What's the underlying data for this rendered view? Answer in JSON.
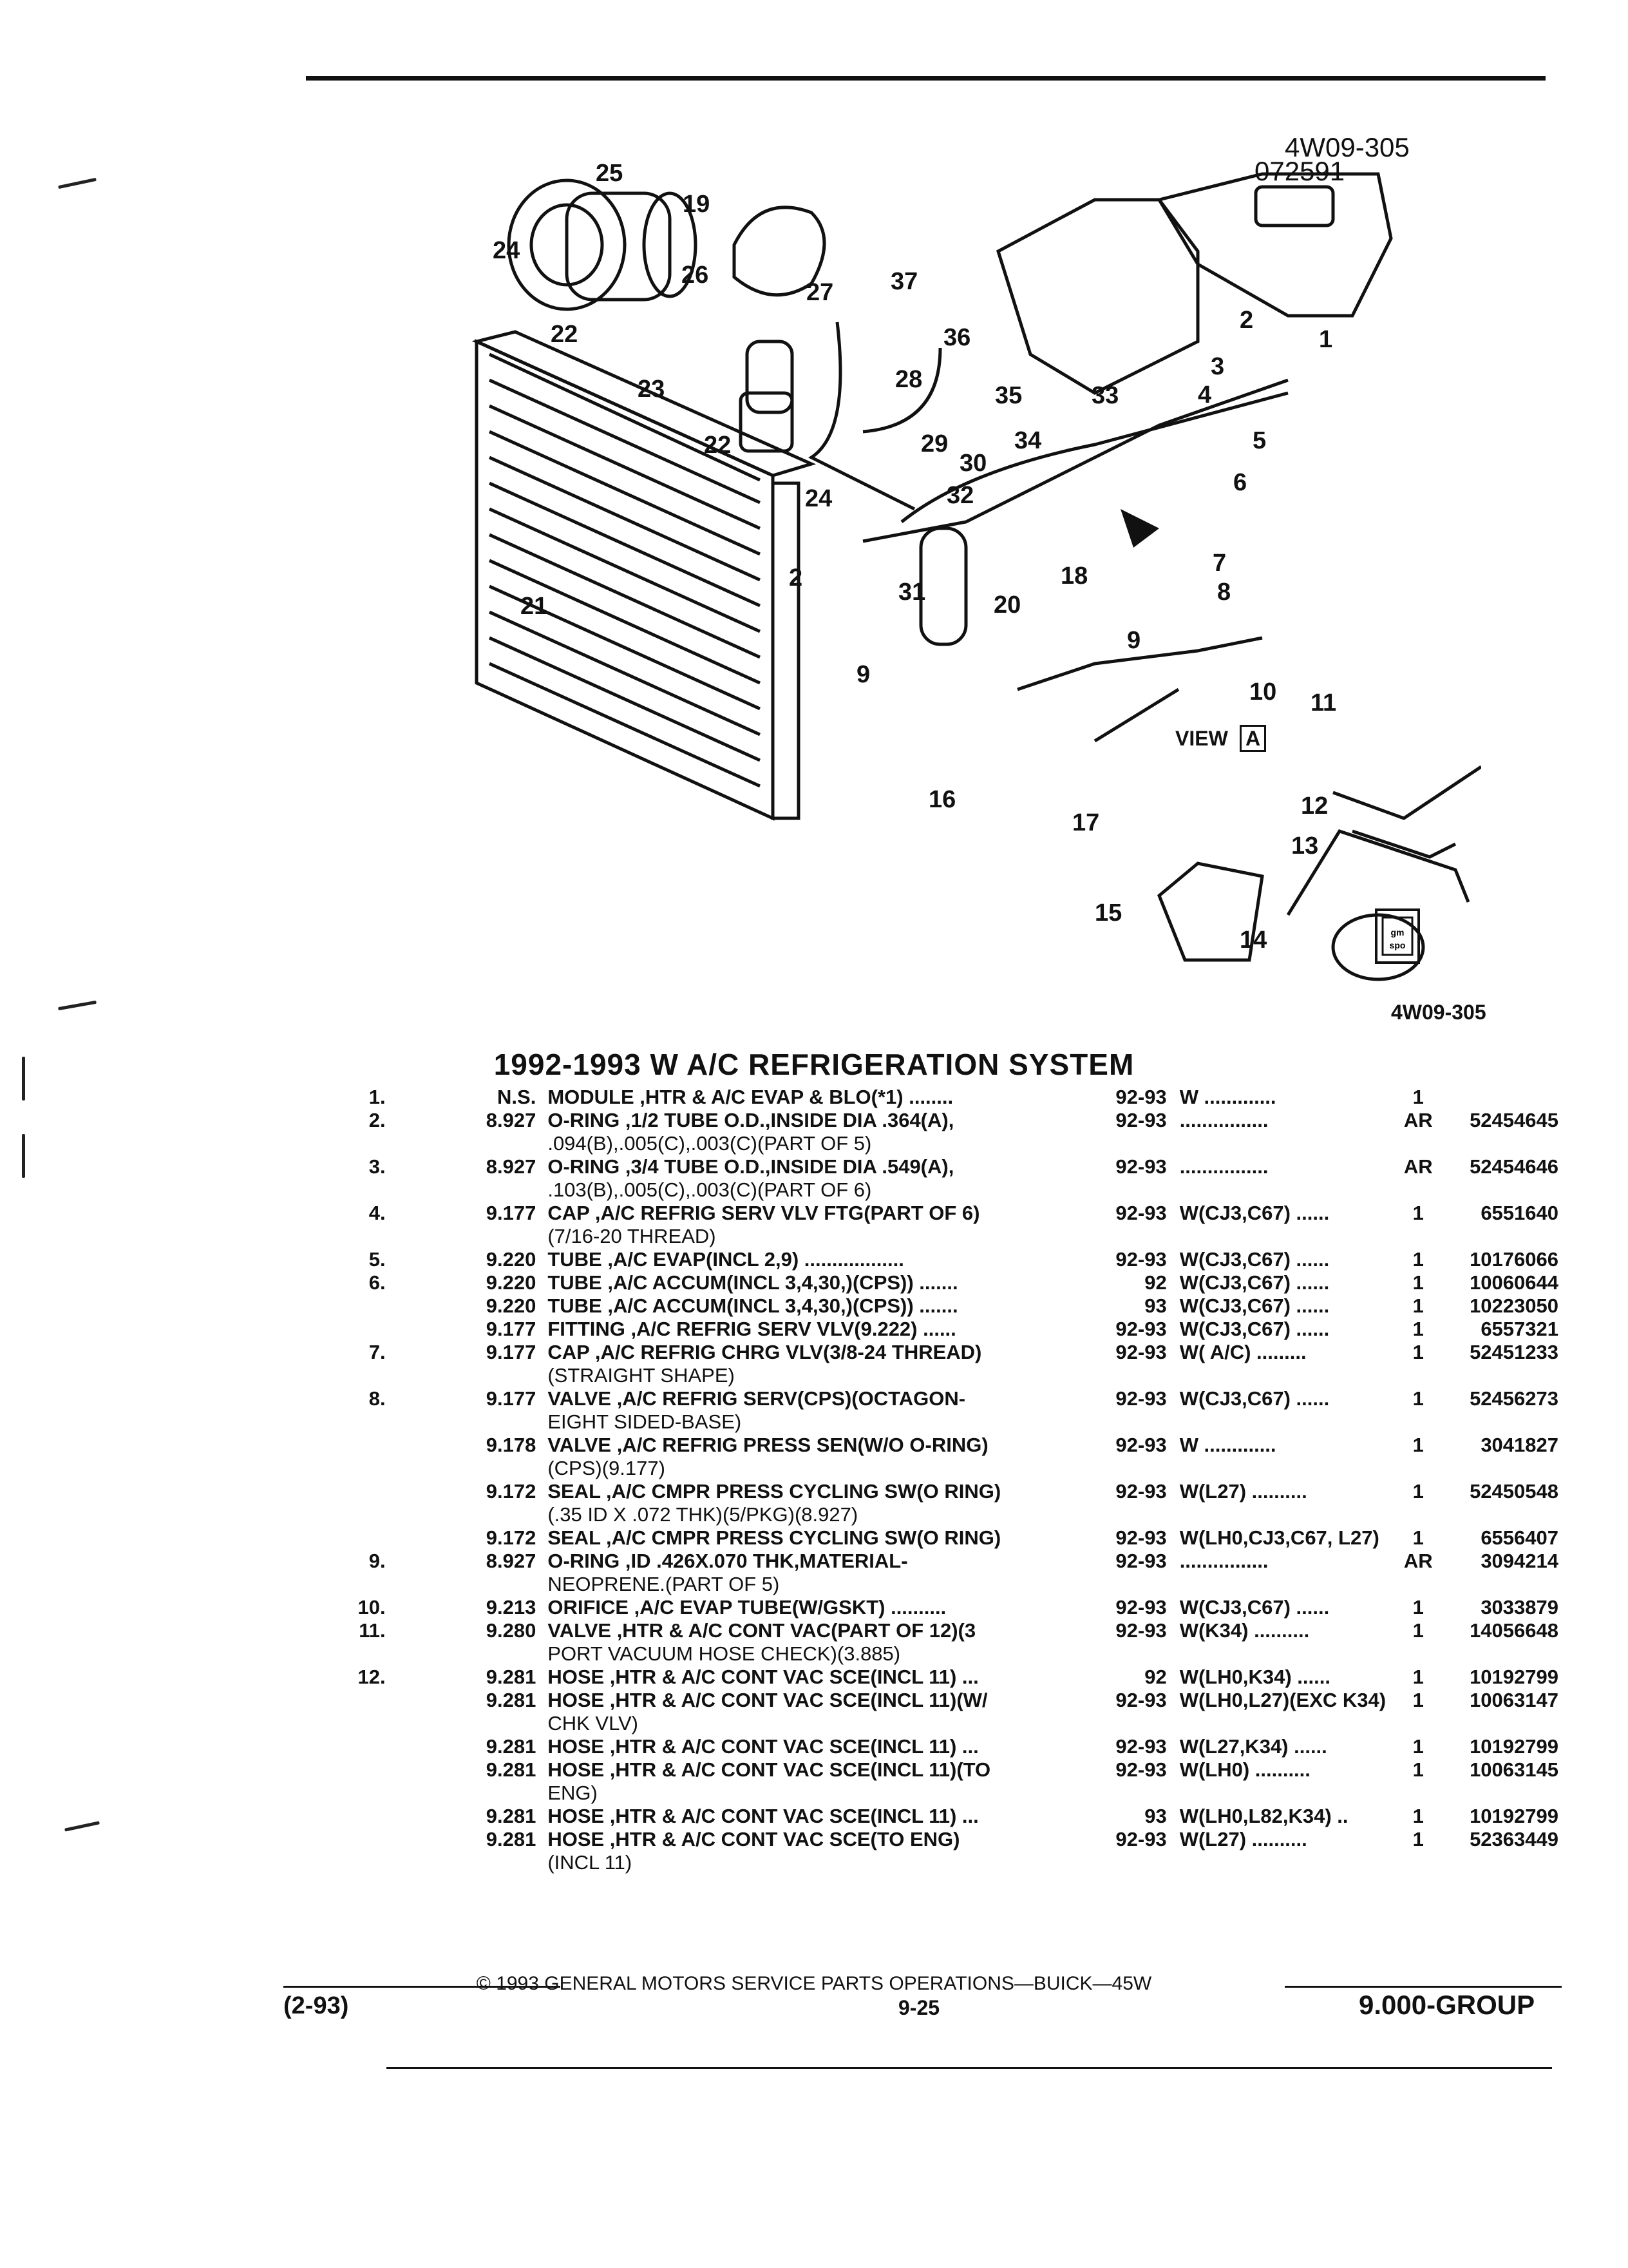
{
  "diagram": {
    "code_top": "4W09-305",
    "date_code": "072591",
    "code_bottom": "4W09-305",
    "view_label": "VIEW",
    "view_letter": "A",
    "logo_text": "gm spo",
    "callouts": [
      "1",
      "2",
      "3",
      "4",
      "5",
      "6",
      "7",
      "8",
      "9",
      "10",
      "11",
      "12",
      "13",
      "14",
      "15",
      "16",
      "17",
      "18",
      "19",
      "20",
      "21",
      "22",
      "22",
      "23",
      "24",
      "24",
      "25",
      "26",
      "27",
      "28",
      "29",
      "30",
      "31",
      "32",
      "33",
      "34",
      "35",
      "36",
      "37",
      "2",
      "9"
    ]
  },
  "title": "1992-1993 W A/C REFRIGERATION SYSTEM",
  "parts": [
    {
      "item": "1.",
      "group": "N.S.",
      "desc": "MODULE ,HTR & A/C EVAP & BLO(*1) ........",
      "desc2": "",
      "year": "92-93",
      "usage": "W .............",
      "qty": "1",
      "part": ""
    },
    {
      "item": "2.",
      "group": "8.927",
      "desc": "O-RING ,1/2 TUBE O.D.,INSIDE DIA .364(A),",
      "desc2": ".094(B),.005(C),.003(C)(PART OF 5)",
      "year": "92-93",
      "usage": "................",
      "qty": "AR",
      "part": "52454645"
    },
    {
      "item": "3.",
      "group": "8.927",
      "desc": "O-RING ,3/4 TUBE O.D.,INSIDE DIA .549(A),",
      "desc2": ".103(B),.005(C),.003(C)(PART OF 6)",
      "year": "92-93",
      "usage": "................",
      "qty": "AR",
      "part": "52454646"
    },
    {
      "item": "4.",
      "group": "9.177",
      "desc": "CAP ,A/C REFRIG SERV VLV FTG(PART OF 6)",
      "desc2": "(7/16-20 THREAD)",
      "year": "92-93",
      "usage": "W(CJ3,C67) ......",
      "qty": "1",
      "part": "6551640"
    },
    {
      "item": "5.",
      "group": "9.220",
      "desc": "TUBE ,A/C EVAP(INCL 2,9) ..................",
      "desc2": "",
      "year": "92-93",
      "usage": "W(CJ3,C67) ......",
      "qty": "1",
      "part": "10176066"
    },
    {
      "item": "6.",
      "group": "9.220",
      "desc": "TUBE ,A/C ACCUM(INCL 3,4,30,)(CPS)) .......",
      "desc2": "",
      "year": "92",
      "usage": "W(CJ3,C67) ......",
      "qty": "1",
      "part": "10060644"
    },
    {
      "item": "",
      "group": "9.220",
      "desc": "TUBE ,A/C ACCUM(INCL 3,4,30,)(CPS)) .......",
      "desc2": "",
      "year": "93",
      "usage": "W(CJ3,C67) ......",
      "qty": "1",
      "part": "10223050"
    },
    {
      "item": "",
      "group": "9.177",
      "desc": "FITTING ,A/C REFRIG SERV VLV(9.222) ......",
      "desc2": "",
      "year": "92-93",
      "usage": "W(CJ3,C67) ......",
      "qty": "1",
      "part": "6557321"
    },
    {
      "item": "7.",
      "group": "9.177",
      "desc": "CAP ,A/C REFRIG CHRG VLV(3/8-24 THREAD)",
      "desc2": "(STRAIGHT SHAPE)",
      "year": "92-93",
      "usage": "W( A/C) .........",
      "qty": "1",
      "part": "52451233"
    },
    {
      "item": "8.",
      "group": "9.177",
      "desc": "VALVE ,A/C REFRIG SERV(CPS)(OCTAGON-",
      "desc2": "EIGHT SIDED-BASE)",
      "year": "92-93",
      "usage": "W(CJ3,C67) ......",
      "qty": "1",
      "part": "52456273"
    },
    {
      "item": "",
      "group": "9.178",
      "desc": "VALVE ,A/C REFRIG PRESS SEN(W/O O-RING)",
      "desc2": "(CPS)(9.177)",
      "year": "92-93",
      "usage": "W .............",
      "qty": "1",
      "part": "3041827"
    },
    {
      "item": "",
      "group": "9.172",
      "desc": "SEAL ,A/C CMPR PRESS CYCLING SW(O RING)",
      "desc2": "(.35 ID X .072 THK)(5/PKG)(8.927)",
      "year": "92-93",
      "usage": "W(L27) ..........",
      "qty": "1",
      "part": "52450548"
    },
    {
      "item": "",
      "group": "9.172",
      "desc": "SEAL ,A/C CMPR PRESS CYCLING SW(O RING)",
      "desc2": "",
      "year": "92-93",
      "usage": "W(LH0,CJ3,C67, L27)",
      "qty": "1",
      "part": "6556407"
    },
    {
      "item": "9.",
      "group": "8.927",
      "desc": "O-RING ,ID .426X.070 THK,MATERIAL-",
      "desc2": "NEOPRENE.(PART OF 5)",
      "year": "92-93",
      "usage": "................",
      "qty": "AR",
      "part": "3094214"
    },
    {
      "item": "10.",
      "group": "9.213",
      "desc": "ORIFICE ,A/C EVAP TUBE(W/GSKT) ..........",
      "desc2": "",
      "year": "92-93",
      "usage": "W(CJ3,C67) ......",
      "qty": "1",
      "part": "3033879"
    },
    {
      "item": "11.",
      "group": "9.280",
      "desc": "VALVE ,HTR & A/C CONT VAC(PART OF 12)(3",
      "desc2": "PORT VACUUM HOSE CHECK)(3.885)",
      "year": "92-93",
      "usage": "W(K34) ..........",
      "qty": "1",
      "part": "14056648"
    },
    {
      "item": "12.",
      "group": "9.281",
      "desc": "HOSE ,HTR & A/C CONT VAC SCE(INCL 11) ...",
      "desc2": "",
      "year": "92",
      "usage": "W(LH0,K34) ......",
      "qty": "1",
      "part": "10192799"
    },
    {
      "item": "",
      "group": "9.281",
      "desc": "HOSE ,HTR & A/C CONT VAC SCE(INCL 11)(W/",
      "desc2": "CHK VLV)",
      "year": "92-93",
      "usage": "W(LH0,L27)(EXC K34)",
      "qty": "1",
      "part": "10063147"
    },
    {
      "item": "",
      "group": "9.281",
      "desc": "HOSE ,HTR & A/C CONT VAC SCE(INCL 11) ...",
      "desc2": "",
      "year": "92-93",
      "usage": "W(L27,K34) ......",
      "qty": "1",
      "part": "10192799"
    },
    {
      "item": "",
      "group": "9.281",
      "desc": "HOSE ,HTR & A/C CONT VAC SCE(INCL 11)(TO",
      "desc2": "ENG)",
      "year": "92-93",
      "usage": "W(LH0) ..........",
      "qty": "1",
      "part": "10063145"
    },
    {
      "item": "",
      "group": "9.281",
      "desc": "HOSE ,HTR & A/C CONT VAC SCE(INCL 11) ...",
      "desc2": "",
      "year": "93",
      "usage": "W(LH0,L82,K34) ..",
      "qty": "1",
      "part": "10192799"
    },
    {
      "item": "",
      "group": "9.281",
      "desc": "HOSE ,HTR & A/C CONT VAC SCE(TO ENG)",
      "desc2": "(INCL 11)",
      "year": "92-93",
      "usage": "W(L27) ..........",
      "qty": "1",
      "part": "52363449"
    }
  ],
  "footer": {
    "copyright": "© 1993 GENERAL MOTORS SERVICE PARTS OPERATIONS—BUICK—45W",
    "date": "(2-93)",
    "page": "9-25",
    "group": "9.000-GROUP"
  }
}
